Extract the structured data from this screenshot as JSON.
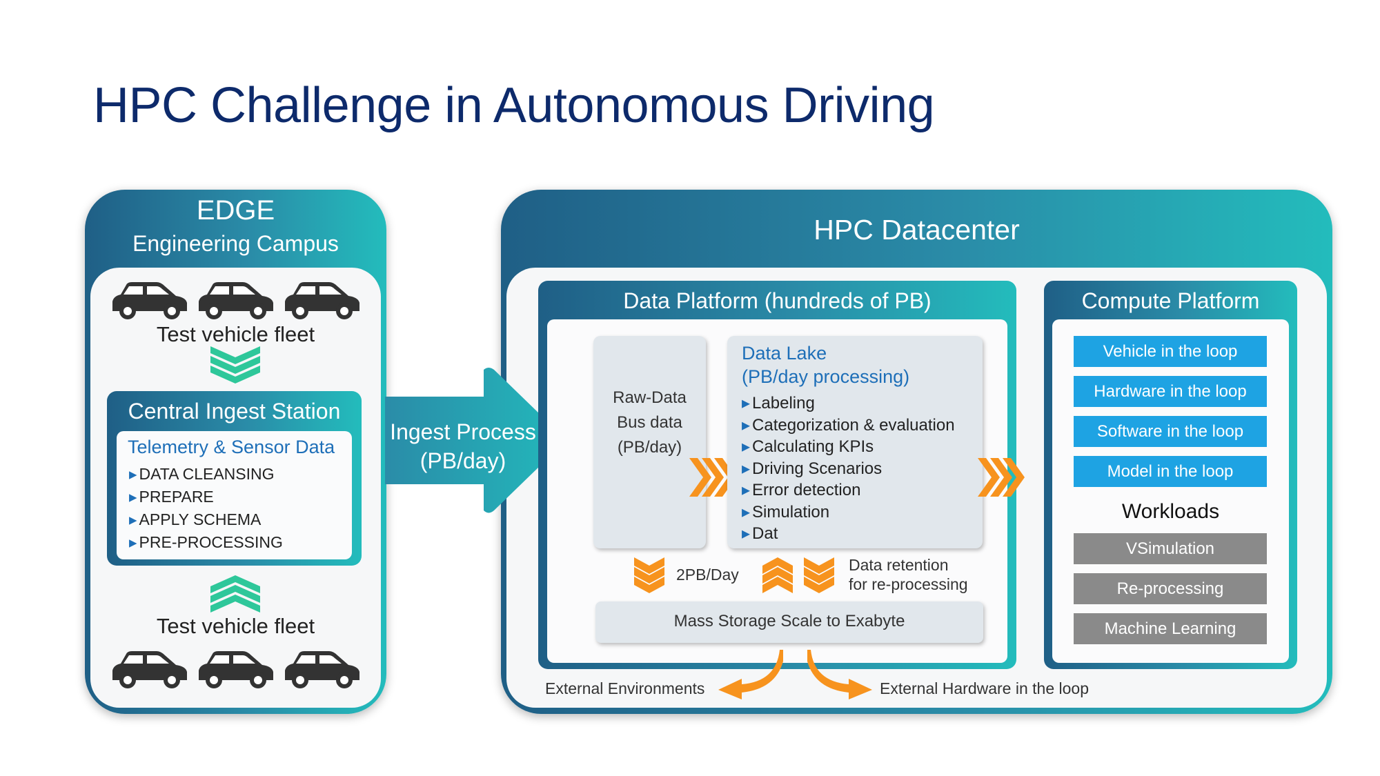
{
  "title": "HPC Challenge in Autonomous Driving",
  "edge": {
    "title": "EDGE",
    "subtitle": "Engineering Campus",
    "fleet_top": "Test vehicle fleet",
    "fleet_bottom": "Test vehicle fleet",
    "ingest_station": {
      "title": "Central Ingest Station",
      "subtitle": "Telemetry & Sensor Data",
      "items": [
        "DATA CLEANSING",
        "PREPARE",
        "APPLY SCHEMA",
        "PRE-PROCESSING"
      ]
    }
  },
  "ingest": {
    "line1": "Ingest Process",
    "line2": "(PB/day)"
  },
  "hpc": {
    "title": "HPC Datacenter",
    "data_platform": {
      "title": "Data Platform (hundreds of PB)",
      "raw": [
        "Raw-Data",
        "Bus data",
        "(PB/day)"
      ],
      "lake_title1": "Data Lake",
      "lake_title2": "(PB/day processing)",
      "lake_items": [
        "Labeling",
        "Categorization & evaluation",
        "Calculating KPIs",
        "Driving Scenarios",
        "Error detection",
        "Simulation",
        "Dat"
      ],
      "rate": "2PB/Day",
      "retention1": "Data retention",
      "retention2": "for  re-processing",
      "mass_storage": "Mass Storage  Scale to Exabyte"
    },
    "compute_platform": {
      "title": "Compute Platform",
      "loops": [
        "Vehicle in the loop",
        "Hardware in the loop",
        "Software in the loop",
        "Model in the loop"
      ],
      "workloads_title": "Workloads",
      "workloads": [
        "VSimulation",
        "Re-processing",
        "Machine Learning"
      ]
    },
    "external_env": "External Environments",
    "external_hw": "External Hardware in the loop"
  },
  "colors": {
    "title": "#0d2a6b",
    "accent_blue": "#1ea3e3",
    "orange": "#f7931e",
    "green": "#2ec79a",
    "gray": "#8a8a8a"
  }
}
